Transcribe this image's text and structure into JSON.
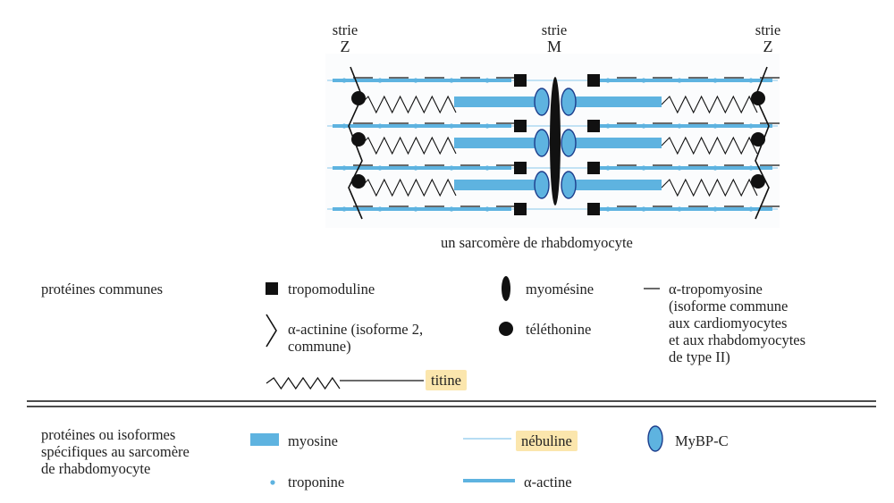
{
  "diagram": {
    "strie_z_left": {
      "word": "strie",
      "letter": "Z"
    },
    "strie_m": {
      "word": "strie",
      "letter": "M"
    },
    "strie_z_right": {
      "word": "strie",
      "letter": "Z"
    },
    "caption": "un sarcomère de rhabdomyocyte"
  },
  "legend": {
    "common": {
      "heading": "protéines communes",
      "tropomoduline": "tropomoduline",
      "myomesine": "myomésine",
      "tropomyosine": "α-tropomyosine\n(isoforme commune\naux cardiomyocytes\net aux rhabdomyocytes\nde type II)",
      "actinine": "α-actinine (isoforme 2,\ncommune)",
      "telethonine": "téléthonine",
      "titine": "titine"
    },
    "specific": {
      "heading": "protéines ou isoformes\nspécifiques au sarcomère\nde rhabdomyocyte",
      "myosine": "myosine",
      "nebuline": "nébuline",
      "mybpc": "MyBP-C",
      "troponine": "troponine",
      "actine": "α-actine"
    }
  },
  "colors": {
    "blue": "#5eb3e0",
    "light_blue": "#9fd2ef",
    "dark": "#111111",
    "highlight": "#fbe6ad"
  }
}
